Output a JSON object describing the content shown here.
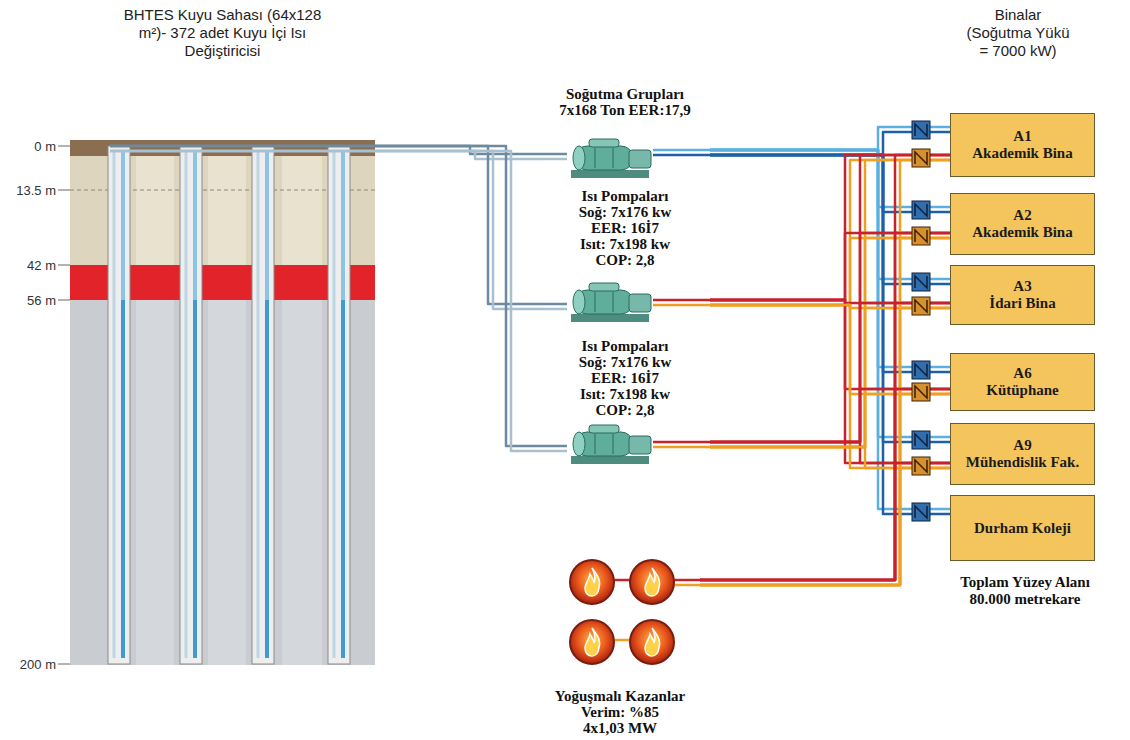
{
  "diagram": {
    "nodes": [
      {
        "text": [
          "BHTES Kuyu Sahası (64x128 m²)- 372 adet Kuyu İçi Isı Değiştiricisi"
        ]
      },
      {
        "text": [
          "Soğutma Grupları",
          "7x168 Ton EER:17,9"
        ]
      },
      {
        "text": [
          "Isı Pompaları",
          "Soğ: 7x176 kw",
          "EER: 16İ7",
          "Isıt: 7x198 kw",
          "COP: 2,8"
        ]
      },
      {
        "text": [
          "Isı Pompaları",
          "Soğ: 7x176 kw",
          "EER: 16İ7",
          "Isıt: 7x198 kw",
          "COP: 2,8"
        ]
      },
      {
        "text": [
          "Yoğuşmalı Kazanlar",
          "Verim: %85",
          "4x1,03 MW"
        ]
      },
      {
        "text": [
          "A1",
          "Akademik Bina"
        ]
      },
      {
        "text": [
          "A2",
          "Akademik Bina"
        ]
      },
      {
        "text": [
          "A3",
          "İdari Bina"
        ]
      },
      {
        "text": [
          "A6",
          "Kütüphane"
        ]
      },
      {
        "text": [
          "A9",
          "Mühendislik Fak."
        ]
      },
      {
        "text": [
          "Durham Koleji"
        ]
      }
    ],
    "edges": [
      {
        "from": 0,
        "to": 1,
        "arrow": "none"
      },
      {
        "from": 0,
        "to": 2,
        "arrow": "none"
      },
      {
        "from": 0,
        "to": 3,
        "arrow": "none"
      },
      {
        "from": 1,
        "to": 5,
        "arrow": "none"
      },
      {
        "from": 1,
        "to": 6,
        "arrow": "none"
      },
      {
        "from": 1,
        "to": 7,
        "arrow": "none"
      },
      {
        "from": 1,
        "to": 8,
        "arrow": "none"
      },
      {
        "from": 1,
        "to": 9,
        "arrow": "none"
      },
      {
        "from": 1,
        "to": 10,
        "arrow": "none"
      },
      {
        "from": 2,
        "to": 5,
        "arrow": "none"
      },
      {
        "from": 2,
        "to": 6,
        "arrow": "none"
      },
      {
        "from": 2,
        "to": 7,
        "arrow": "none"
      },
      {
        "from": 2,
        "to": 8,
        "arrow": "none"
      },
      {
        "from": 2,
        "to": 9,
        "arrow": "none"
      },
      {
        "from": 3,
        "to": 5,
        "arrow": "none"
      },
      {
        "from": 3,
        "to": 6,
        "arrow": "none"
      },
      {
        "from": 3,
        "to": 7,
        "arrow": "none"
      },
      {
        "from": 3,
        "to": 8,
        "arrow": "none"
      },
      {
        "from": 3,
        "to": 9,
        "arrow": "none"
      },
      {
        "from": 4,
        "to": 5,
        "arrow": "none"
      },
      {
        "from": 4,
        "to": 6,
        "arrow": "none"
      },
      {
        "from": 4,
        "to": 7,
        "arrow": "none"
      },
      {
        "from": 4,
        "to": 8,
        "arrow": "none"
      },
      {
        "from": 4,
        "to": 9,
        "arrow": "none"
      }
    ],
    "labels": [
      "0 m",
      "13.5 m",
      "42 m",
      "56 m",
      "200 m",
      "Binalar (Soğutma Yükü = 7000 kW)",
      "Toplam Yüzey Alanı 80.000 metrekare"
    ]
  }
}
